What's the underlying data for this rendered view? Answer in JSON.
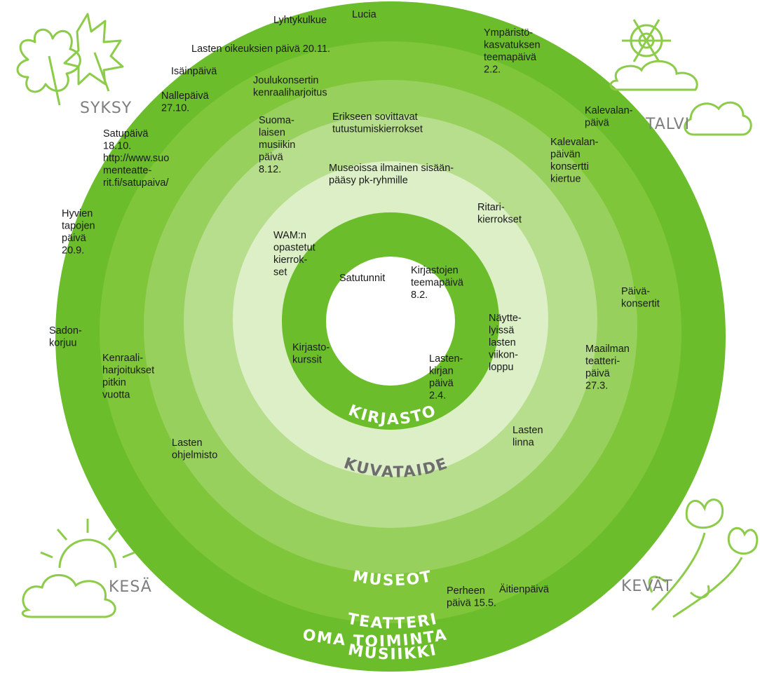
{
  "colors": {
    "ring_oma_toiminta": "#6bbd2b",
    "ring_musiikki": "#7fc63a",
    "ring_teatteri": "#97d05c",
    "ring_museot": "#b7de8c",
    "ring_kuvataide": "#dcefc6",
    "ring_kirjasto": "#6bbd2b",
    "center": "#ffffff",
    "season_text": "#7f7f7f",
    "icon_stroke": "#8ccc4a"
  },
  "rings": [
    {
      "label": "OMA TOIMINTA"
    },
    {
      "label": "MUSIIKKI"
    },
    {
      "label": "TEATTERI"
    },
    {
      "label": "MUSEOT"
    },
    {
      "label": "KUVATAIDE"
    },
    {
      "label": "KIRJASTO"
    }
  ],
  "seasons": {
    "syksy": "SYKSY",
    "talvi": "TALVI",
    "kesa": "KESÄ",
    "kevat": "KEVÄT"
  },
  "events": [
    {
      "lines": [
        "Lyhtykulkue"
      ]
    },
    {
      "lines": [
        "Lucia"
      ]
    },
    {
      "lines": [
        "Lasten oikeuksien päivä 20.11."
      ]
    },
    {
      "lines": [
        "Ympäristö-",
        "kasvatuksen",
        "teemapäivä",
        "2.2."
      ]
    },
    {
      "lines": [
        "Isäinpäivä"
      ]
    },
    {
      "lines": [
        "Joulukonsertin",
        "kenraaliharjoitus"
      ]
    },
    {
      "lines": [
        "Nallepäivä",
        "27.10."
      ]
    },
    {
      "lines": [
        "Suoma-",
        "laisen",
        "musiikin",
        "päivä",
        "8.12."
      ]
    },
    {
      "lines": [
        "Satupäivä",
        "18.10.",
        "http://www.suo",
        "menteatte-",
        "rit.fi/satupaiva/"
      ]
    },
    {
      "lines": [
        "Erikseen sovittavat",
        "tutustumiskierrokset"
      ]
    },
    {
      "lines": [
        "Kalevalan-",
        "päivä"
      ]
    },
    {
      "lines": [
        "Kalevalan-",
        "päivän",
        "konsertti",
        "kiertue"
      ]
    },
    {
      "lines": [
        "Museoissa ilmainen sisään-",
        "pääsy pk-ryhmille"
      ]
    },
    {
      "lines": [
        "Hyvien",
        "tapojen",
        "päivä",
        "20.9."
      ]
    },
    {
      "lines": [
        "Ritari-",
        "kierrokset"
      ]
    },
    {
      "lines": [
        "WAM:n",
        "opastetut",
        "kierrok-",
        "set"
      ]
    },
    {
      "lines": [
        "Satutunnit"
      ]
    },
    {
      "lines": [
        "Kirjastojen",
        "teemapäivä",
        "8.2."
      ]
    },
    {
      "lines": [
        "Päivä-",
        "konsertit"
      ]
    },
    {
      "lines": [
        "Näytte-",
        "lyissä",
        "lasten",
        "viikon-",
        "loppu"
      ]
    },
    {
      "lines": [
        "Sadon-",
        "korjuu"
      ]
    },
    {
      "lines": [
        "Kenraali-",
        "harjoitukset",
        "pitkin",
        "   vuotta"
      ]
    },
    {
      "lines": [
        "Kirjasto-",
        "kurssit"
      ]
    },
    {
      "lines": [
        "Lasten-",
        "kirjan",
        "päivä",
        "2.4."
      ]
    },
    {
      "lines": [
        "Maailman",
        "teatteri-",
        "päivä",
        "27.3."
      ]
    },
    {
      "lines": [
        "Lasten",
        "linna"
      ]
    },
    {
      "lines": [
        "Lasten",
        "ohjelmisto"
      ]
    },
    {
      "lines": [
        "Äitienpäivä"
      ]
    },
    {
      "lines": [
        "Perheen",
        "päivä 15.5."
      ]
    }
  ]
}
